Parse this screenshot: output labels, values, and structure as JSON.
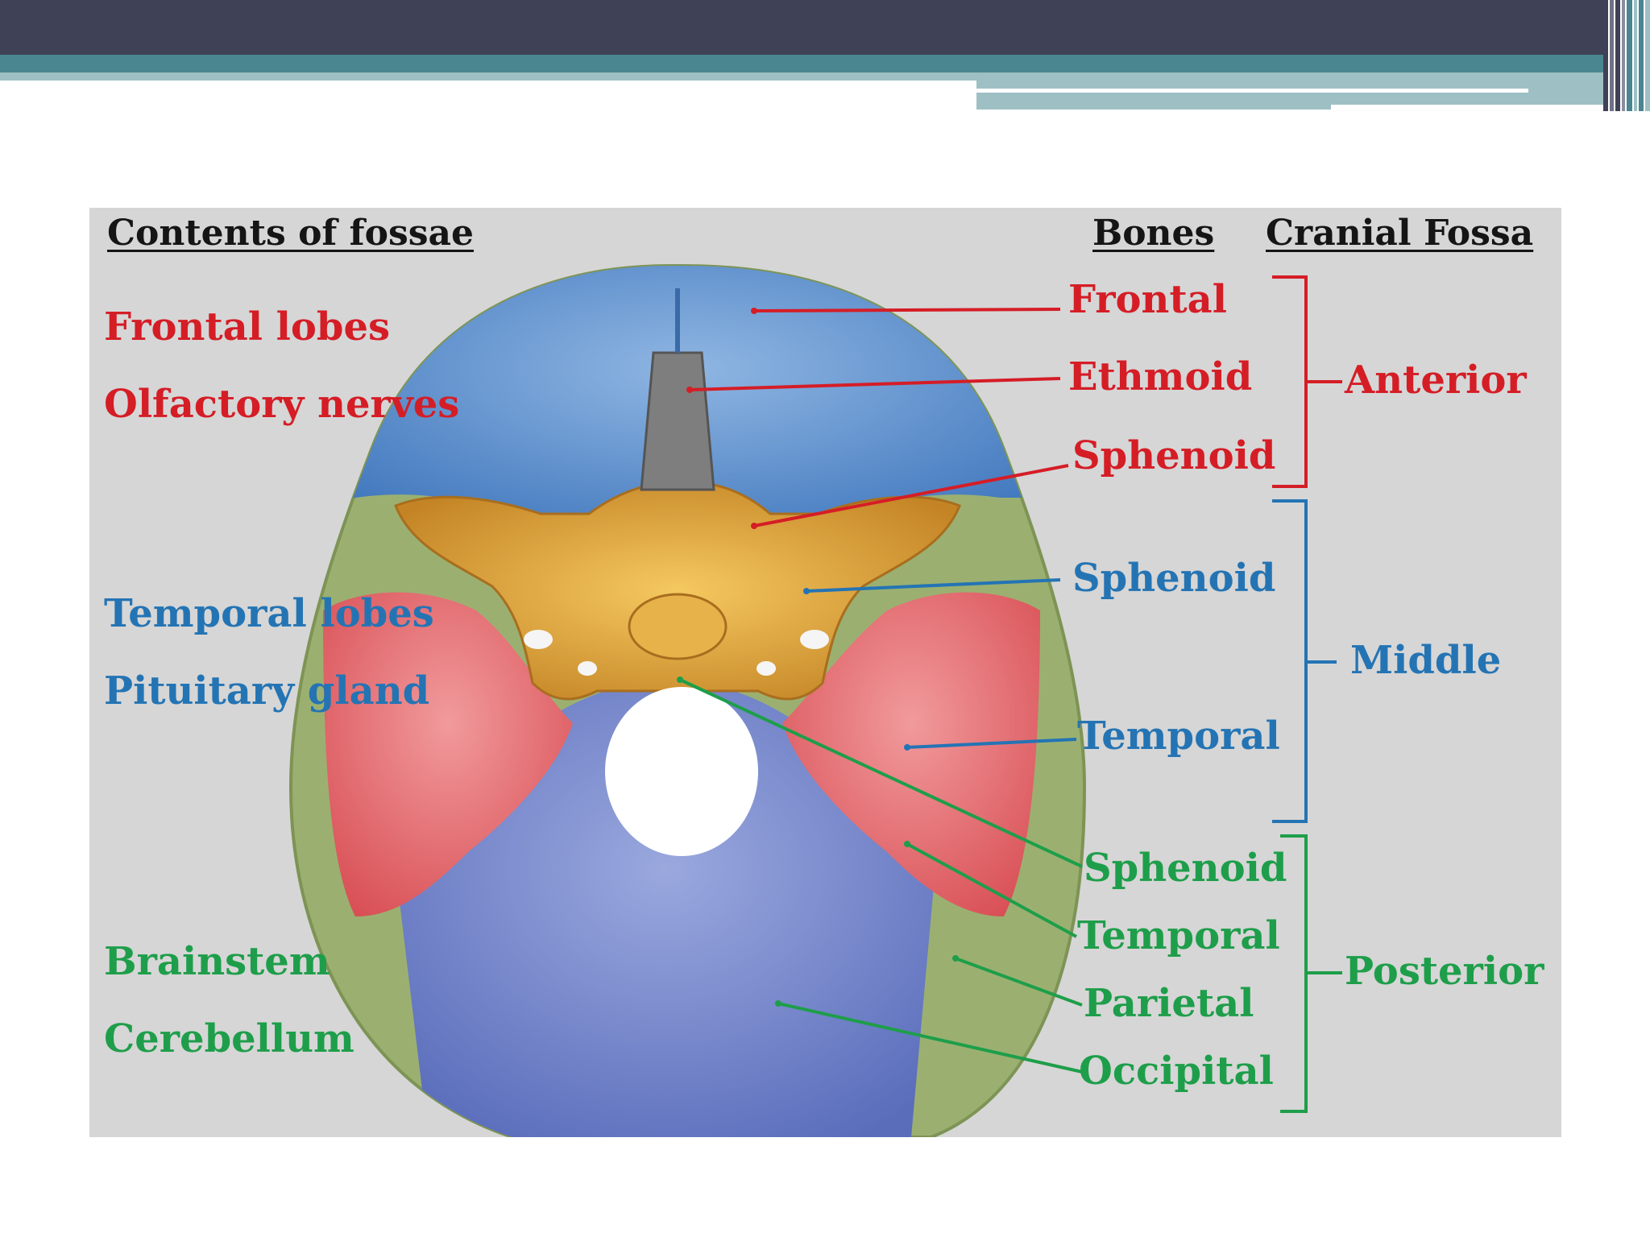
{
  "colors": {
    "title_bar": "#3f4156",
    "accent_teal": "#4a8690",
    "accent_light": "#9ec0c4",
    "panel_bg": "#d6d6d6",
    "anterior": "#d51d26",
    "middle": "#2474b4",
    "posterior": "#1e9e4a",
    "frontal_bone": "#4d84c8",
    "sphenoid_bone": "#d29a34",
    "temporal_bone": "#e36b6e",
    "parietal_bone": "#9bb070",
    "occipital_bone": "#6c80c6",
    "ethmoid_bone": "#7e7e7e"
  },
  "headers": {
    "contents": "Contents of fossae",
    "bones": "Bones",
    "fossa": "Cranial Fossa"
  },
  "contents": {
    "frontal_lobes": "Frontal lobes",
    "olfactory_nerves": "Olfactory nerves",
    "temporal_lobes": "Temporal lobes",
    "pituitary_gland": "Pituitary gland",
    "brainstem": "Brainstem",
    "cerebellum": "Cerebellum"
  },
  "bones": {
    "anterior": [
      "Frontal",
      "Ethmoid",
      "Sphenoid"
    ],
    "middle": [
      "Sphenoid",
      "Temporal"
    ],
    "posterior": [
      "Sphenoid",
      "Temporal",
      "Parietal",
      "Occipital"
    ]
  },
  "fossae": {
    "anterior": "Anterior",
    "middle": "Middle",
    "posterior": "Posterior"
  }
}
